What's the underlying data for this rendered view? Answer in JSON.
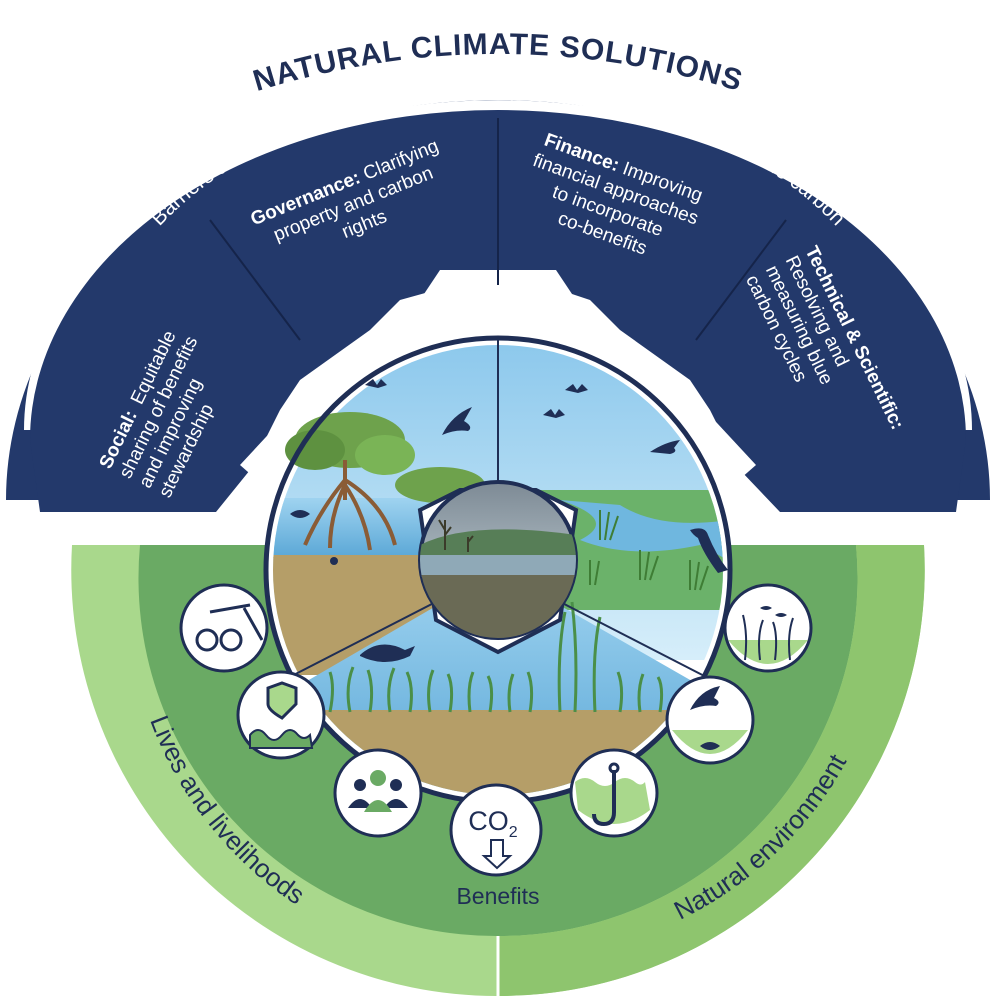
{
  "title": "NATURAL CLIMATE SOLUTIONS",
  "arc_subtitle": "Barriers and recommended solutions to operationalising marketable blue carbon",
  "barriers": [
    {
      "name": "Social:",
      "lines": [
        "Equitable",
        "sharing of benefits",
        "and improving",
        "stewardship"
      ]
    },
    {
      "name": "Governance:",
      "lines": [
        "Clarifying",
        "property and carbon",
        "rights"
      ]
    },
    {
      "name": "Finance:",
      "lines": [
        "Improving",
        "financial approaches",
        "to incorporate",
        "co-benefits"
      ]
    },
    {
      "name": "Technical & Scientific:",
      "lines": [
        "Resolving and",
        "measuring blue",
        "carbon cycles"
      ]
    }
  ],
  "benefits_label": "Benefits",
  "co2_label": "CO",
  "co2_sub": "2",
  "left_label": "Lives and livelihoods",
  "right_label": "Natural environment",
  "icons": [
    "fishing-binoculars-icon",
    "coastal-protection-icon",
    "community-icon",
    "carbon-sequestration-icon",
    "fishing-hook-icon",
    "bird-fish-habitat-icon",
    "seagrass-fish-icon"
  ],
  "colors": {
    "navy": "#23396b",
    "dark_green": "#6aaa64",
    "light_green": "#a8d58a",
    "sky": "#a7d6ef",
    "water": "#6fb7df",
    "sediment": "#b59e68"
  }
}
